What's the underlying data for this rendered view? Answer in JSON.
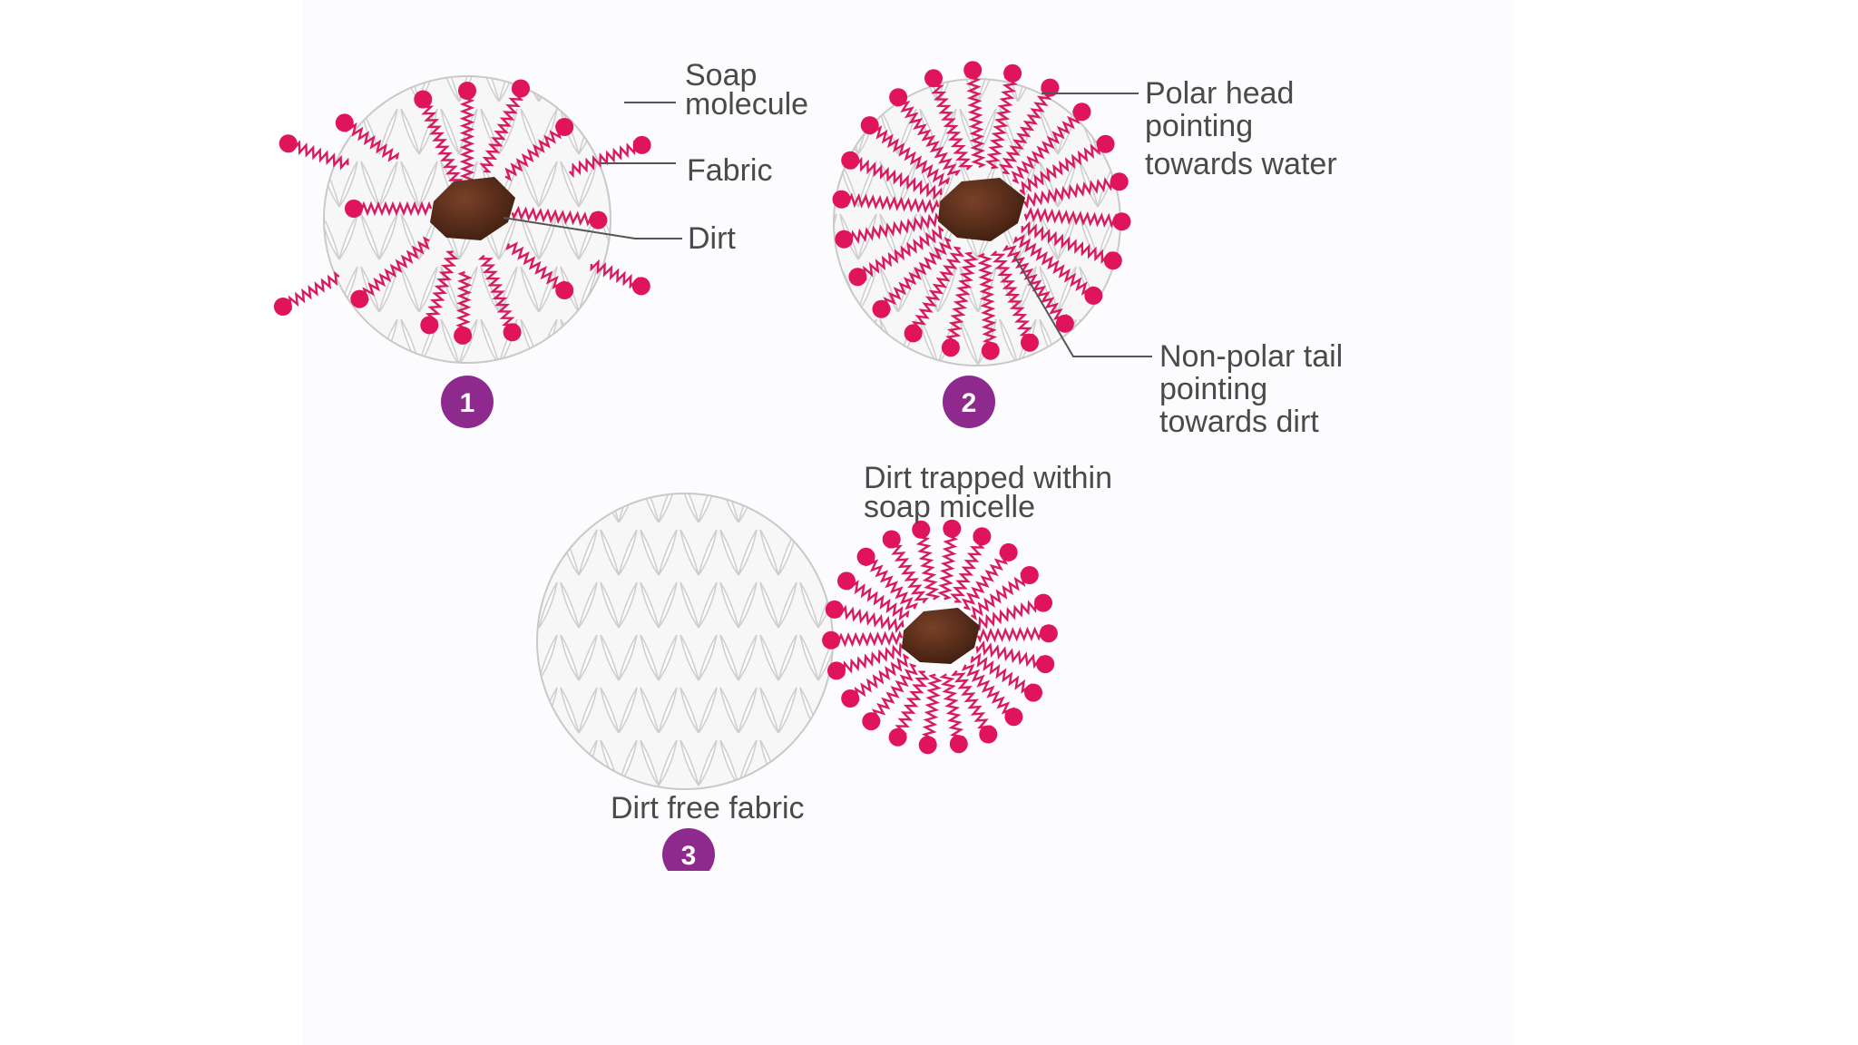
{
  "labels": {
    "soap_molecule": [
      "Soap",
      "molecule"
    ],
    "fabric": "Fabric",
    "dirt": "Dirt",
    "polar_head": [
      "Polar head",
      "pointing",
      "towards water"
    ],
    "nonpolar_tail": [
      "Non-polar tail",
      "pointing",
      "towards dirt"
    ],
    "dirt_trapped": [
      "Dirt trapped within",
      "soap micelle"
    ],
    "dirt_free_fabric": "Dirt free fabric"
  },
  "steps": [
    "1",
    "2",
    "3"
  ],
  "colors": {
    "soap_head": "#e0145a",
    "soap_tail": "#d81b60",
    "dirt": "#5a2e1a",
    "badge": "#8e2a8e",
    "fabric_stroke": "#c9c9c9",
    "leader_line": "#555555"
  }
}
